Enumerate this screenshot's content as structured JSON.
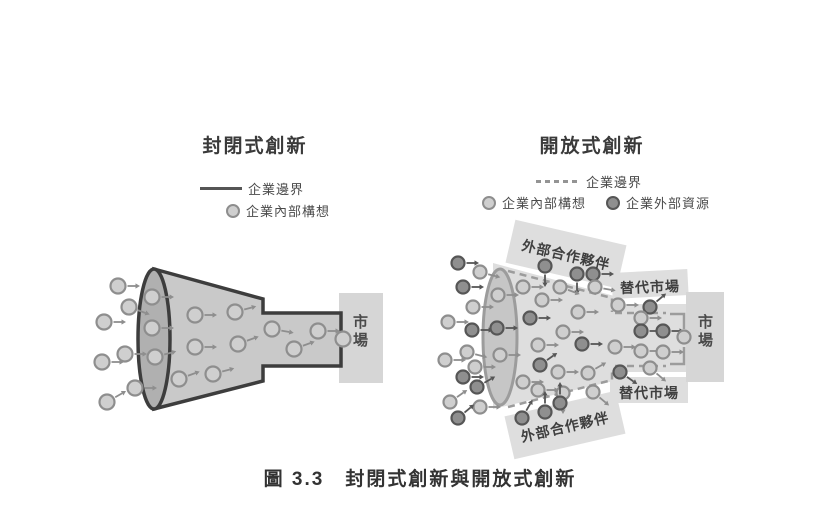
{
  "caption": "圖 3.3　封閉式創新與開放式創新",
  "colors": {
    "funnel_stroke": "#3d3d3d",
    "cone_fill": "#c9c9c9",
    "mouth_fill": "#b0b0b0",
    "market_fill": "#d6d6d6",
    "open_panel_fill": "#dedede",
    "open_mouth_fill": "#c6c6c6",
    "open_stroke": "#9c9c9c",
    "light_node_fill": "#cfcfcf",
    "light_node_stroke": "#8e8e8e",
    "dark_node_fill": "#8f8f8f",
    "dark_node_stroke": "#565656",
    "text": "#3c3c3c"
  },
  "closed": {
    "title": "封閉式創新",
    "legend": [
      {
        "type": "solid-line",
        "label": "企業邊界"
      },
      {
        "type": "light-circle",
        "label": "企業內部構想"
      }
    ],
    "market_label": "市場",
    "nodes": [
      [
        118,
        286,
        "L",
        0
      ],
      [
        129,
        307,
        "L",
        20
      ],
      [
        104,
        322,
        "L",
        0
      ],
      [
        125,
        354,
        "L",
        0
      ],
      [
        102,
        362,
        "L",
        0
      ],
      [
        135,
        388,
        "L",
        0
      ],
      [
        107,
        402,
        "L",
        -30
      ],
      [
        152,
        297,
        "L",
        0
      ],
      [
        152,
        328,
        "L",
        0
      ],
      [
        155,
        357,
        "L",
        -15
      ],
      [
        179,
        379,
        "L",
        -20
      ],
      [
        195,
        315,
        "L",
        0
      ],
      [
        235,
        312,
        "L",
        -15
      ],
      [
        195,
        347,
        "L",
        0
      ],
      [
        238,
        344,
        "L",
        -20
      ],
      [
        213,
        374,
        "L",
        -15
      ],
      [
        272,
        329,
        "L",
        10
      ],
      [
        318,
        331,
        "L",
        0
      ],
      [
        294,
        349,
        "L",
        -20
      ],
      [
        343,
        339,
        "L",
        null
      ]
    ]
  },
  "open": {
    "title": "開放式創新",
    "legend_boundary": {
      "type": "dashed-line",
      "label": "企業邊界"
    },
    "legend_items": [
      {
        "type": "light-circle",
        "label": "企業內部構想"
      },
      {
        "type": "dark-circle",
        "label": "企業外部資源"
      }
    ],
    "labels": {
      "partner_top": "外部合作夥伴",
      "partner_bottom": "外部合作夥伴",
      "alt_market_top": "替代市場",
      "alt_market_bottom": "替代市場",
      "market": "市場"
    },
    "nodes": [
      [
        458,
        263,
        "D",
        0
      ],
      [
        480,
        272,
        "L",
        15
      ],
      [
        463,
        287,
        "D",
        0
      ],
      [
        473,
        307,
        "L",
        0
      ],
      [
        448,
        322,
        "L",
        0
      ],
      [
        472,
        330,
        "D",
        0
      ],
      [
        467,
        352,
        "L",
        15
      ],
      [
        445,
        360,
        "L",
        0
      ],
      [
        475,
        367,
        "L",
        0
      ],
      [
        463,
        377,
        "D",
        0
      ],
      [
        477,
        387,
        "D",
        -30
      ],
      [
        450,
        402,
        "L",
        -35
      ],
      [
        480,
        407,
        "L",
        0
      ],
      [
        458,
        418,
        "D",
        -40
      ],
      [
        498,
        295,
        "L",
        0
      ],
      [
        497,
        328,
        "D",
        0
      ],
      [
        500,
        355,
        "L",
        0
      ],
      [
        545,
        266,
        "D",
        90
      ],
      [
        577,
        274,
        "D",
        90
      ],
      [
        593,
        274,
        "D",
        0
      ],
      [
        523,
        287,
        "L",
        0
      ],
      [
        560,
        287,
        "L",
        20
      ],
      [
        595,
        287,
        "L",
        10
      ],
      [
        542,
        300,
        "L",
        0
      ],
      [
        578,
        312,
        "L",
        0
      ],
      [
        530,
        318,
        "D",
        0
      ],
      [
        563,
        332,
        "L",
        0
      ],
      [
        538,
        345,
        "L",
        0
      ],
      [
        582,
        344,
        "D",
        0
      ],
      [
        615,
        347,
        "L",
        0
      ],
      [
        540,
        365,
        "D",
        -35
      ],
      [
        558,
        372,
        "L",
        0
      ],
      [
        588,
        373,
        "L",
        -30
      ],
      [
        620,
        372,
        "D",
        35
      ],
      [
        523,
        382,
        "L",
        0
      ],
      [
        538,
        390,
        "L",
        0
      ],
      [
        563,
        393,
        "L",
        90
      ],
      [
        593,
        392,
        "L",
        40
      ],
      [
        560,
        403,
        "D",
        -90
      ],
      [
        545,
        412,
        "D",
        -90
      ],
      [
        522,
        418,
        "D",
        -60
      ],
      [
        650,
        307,
        "D",
        -40
      ],
      [
        618,
        305,
        "L",
        0
      ],
      [
        641,
        318,
        "L",
        0
      ],
      [
        641,
        331,
        "D",
        0
      ],
      [
        663,
        331,
        "D",
        0
      ],
      [
        684,
        337,
        "L",
        null
      ],
      [
        641,
        351,
        "L",
        0
      ],
      [
        663,
        352,
        "L",
        0
      ],
      [
        650,
        368,
        "L",
        40
      ]
    ]
  }
}
